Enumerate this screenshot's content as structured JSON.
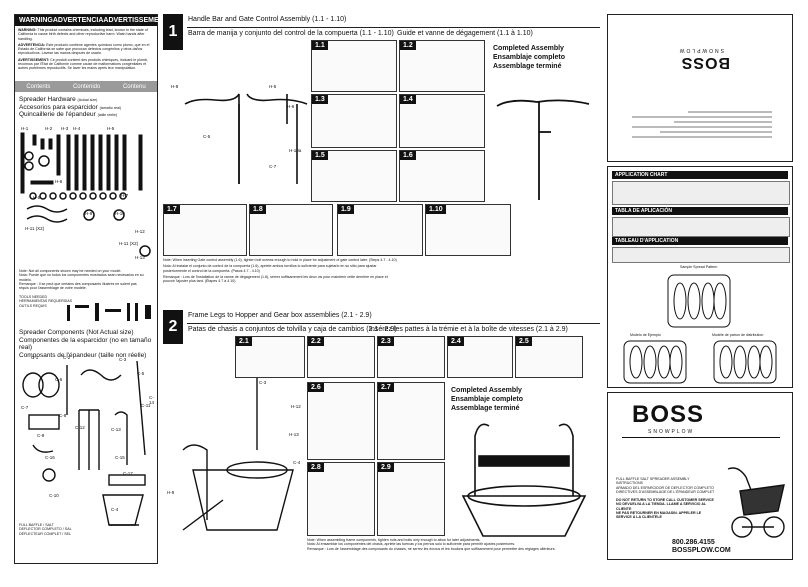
{
  "warning": {
    "header": [
      "WARNING",
      "ADVERTENCIA",
      "ADVERTISSEMENT"
    ],
    "en_lead": "WARNING:",
    "en_text": "This product contains chemicals, including lead, known to the state of California to cause birth defects and other reproductive harm. Wash hands after handling.",
    "es_lead": "ADVERTENCIA:",
    "es_text": "Este producto contiene agentes químicos como plomo, que en el Estado de California se sabe que provocan defectos congénitos y otros daños reproductivos. Lávese las manos después de usarlo.",
    "fr_lead": "AVERTISSEMENT:",
    "fr_text": "Ce produit contient des produits chimiques, incluant le plomb, reconnus par l'État de Californie comme cause de malformations congénitales et autres problèmes reproductifs. Se laver les mains après leur manipulation."
  },
  "contents_bar": [
    "Contents",
    "Contenido",
    "Contenu"
  ],
  "hardware": {
    "title_en": "Spreader Hardware",
    "title_en_note": "(Actual size)",
    "title_es": "Accesorios para esparcidor",
    "title_es_note": "(tamaño real)",
    "title_fr": "Quincaillerie de l'épandeur",
    "title_fr_note": "(taille réelle)",
    "parts": [
      "H-1",
      "H-2",
      "H-3",
      "H-4",
      "H-5",
      "H-6",
      "H-7",
      "H-8",
      "H-9",
      "H-10",
      "H-11 (X2)",
      "H-12",
      "H-13",
      "H-11 (X2)"
    ],
    "note_en": "Note: Not all components shown may be needed on your model.",
    "note_es": "Nota: Puede que no todos los componentes mostrados sean necesarios en su modelo.",
    "note_fr": "Remarque : Il se peut que certains des composants illustrés ne soient pas requis pour l'assemblage de votre modèle.",
    "tools": [
      "TOOLS NEEDED",
      "HERRAMIENTAS REQUERIDAS",
      "OUTILS REQUIS"
    ]
  },
  "components": {
    "title_en": "Spreader Components (Not Actual size)",
    "title_es": "Componentes de la esparcidor (no en tamaño real)",
    "title_fr": "Composants de l'épandeur (taille non réelle)",
    "parts": [
      "C-1",
      "C-2",
      "C-3",
      "C-4",
      "C-5",
      "C-6",
      "C-7",
      "C-8",
      "C-9",
      "C-10",
      "C-11",
      "C-12",
      "C-13",
      "C-14",
      "C-15",
      "C-16",
      "C-17"
    ],
    "baffle": [
      "FULL BAFFLE / SALT",
      "DEFLECTOR COMPLETO / SAL",
      "DÉFLECTEUR COMPLET / SEL"
    ]
  },
  "step1": {
    "number": "1",
    "title_en": "Handle Bar and Gate Control Assembly (1.1 - 1.10)",
    "title_es": "Barra de manija y conjunto del control de la compuerta (1.1 - 1.10)",
    "title_fr": "Guide et vanne de dégagement (1.1 à 1.10)",
    "substeps": [
      "1.1",
      "1.2",
      "1.3",
      "1.4",
      "1.5",
      "1.6",
      "1.7",
      "1.8",
      "1.9",
      "1.10"
    ],
    "completed": [
      "Completed Assembly",
      "Ensamblaje completo",
      "Assemblage terminé"
    ],
    "labels": [
      "H-8",
      "C-5",
      "H-5",
      "H-6",
      "H-10",
      "C-7",
      "C-11",
      "H-10a"
    ],
    "note_en": "Note: When inserting Gate control assembly (1.6), tighten bolt screws enough to hold in place for adjustment of gate control later. (Steps 4.7 - 4.10)",
    "note_es": "Nota: Al instalar el conjunto de control de la compuerta (1.6), apriete ambos tornillos lo suficiente para sujetarlo en su sitio para ajustar posteriormente el control de la compuerta. (Pasos 4.7 - 4.10)",
    "note_fr": "Remarque : Lors de l'installation de la vanne de dégagement (1.6), serrez suffisamment les deux vis pour maintenir cette dernière en place et pouvoir l'ajuster plus tard. (Étapes 4.7 à 4.10)"
  },
  "step2": {
    "number": "2",
    "title_en": "Frame Legs to Hopper and Gear box assemblies (2.1 - 2.9)",
    "title_es": "Patas de chasis a conjuntos de tolvilla y caja de cambios (2.1 - 2.9)",
    "title_fr": "Insérez les pattes à la trémie et à la boîte de vitesses (2.1 à 2.9)",
    "substeps": [
      "2.1",
      "2.2",
      "2.3",
      "2.4",
      "2.5",
      "2.6",
      "2.7",
      "2.8",
      "2.9"
    ],
    "completed": [
      "Completed Assembly",
      "Ensamblaje completo",
      "Assemblage terminé"
    ],
    "labels": [
      "C-3",
      "H-12",
      "H-13",
      "C-4",
      "H-9",
      "H-5",
      "C-2"
    ],
    "note_en": "Note: When assembling frame components, tighten nuts and bolts only enough to allow for later adjustments.",
    "note_es": "Nota: Al ensamblar los componentes del chasis, apriete las tuercas y los pernos solo lo suficiente para permitir ajustes posteriores.",
    "note_fr": "Remarque : Lors de l'assemblage des composants du chassis, ne serrez les écrous et les boulons que suffisamment pour permettre des réglages ultérieurs."
  },
  "boss_top": {
    "brand": "BOSS",
    "sub": "SNOWPLOW"
  },
  "application_chart": {
    "titles": [
      "APPLICATION CHART",
      "TABLA DE APLICACIÓN",
      "TABLEAU D'APPLICATION"
    ],
    "sample": "Sample Spread Pattern",
    "sample_es": "Modelo de Ejemplo",
    "sample_fr": "Modèle de patron de distribution"
  },
  "boss_bottom": {
    "brand": "BOSS",
    "sub": "SNOWPLOW",
    "lines": [
      "FULL BAFFLE SALT SPREADER ASSEMBLY INSTRUCTIONS",
      "ARMADO DEL ESPARCIDOR DE DEFLECTOR COMPLETO",
      "DIRECTIVES D'ASSEMBLAGE DE L'ÉPANDEUR COMPLET",
      "DO NOT RETURN TO STORE CALL CUSTOMER SERVICE",
      "NO DEVUELVA A LA TIENDA. LLAME A SERVICIO AL CLIENTE",
      "NE PAS RETOURNER EN MAGASIN. APPELER LE SERVICE À LA CLIENTÈLE"
    ],
    "phone": "800.286.4155",
    "site": "BOSSPLOW.COM"
  },
  "colors": {
    "ink": "#111111",
    "gray": "#9a9a9a",
    "paper": "#ffffff"
  }
}
